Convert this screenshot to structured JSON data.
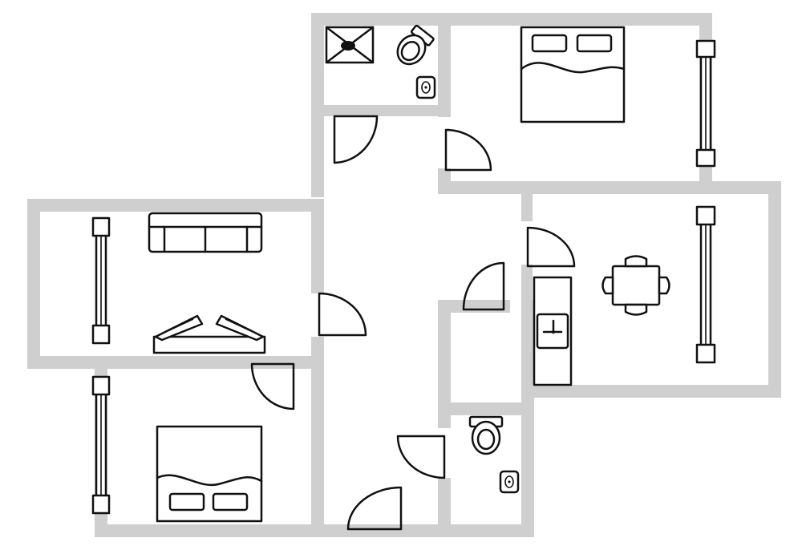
{
  "plan": {
    "colors": {
      "wall": "#cfcfcf",
      "line": "#111111",
      "background": "#ffffff"
    },
    "rooms": [
      "bathroom",
      "bedroom-top",
      "living-room",
      "bedroom-bottom",
      "hallway",
      "kitchen-dining",
      "storage",
      "toilet-room"
    ],
    "fixtures": [
      "shower",
      "toilet",
      "sink",
      "double-bed",
      "sofa",
      "armchairs",
      "kitchen-counter",
      "kitchen-sink",
      "dining-table",
      "chair"
    ]
  }
}
